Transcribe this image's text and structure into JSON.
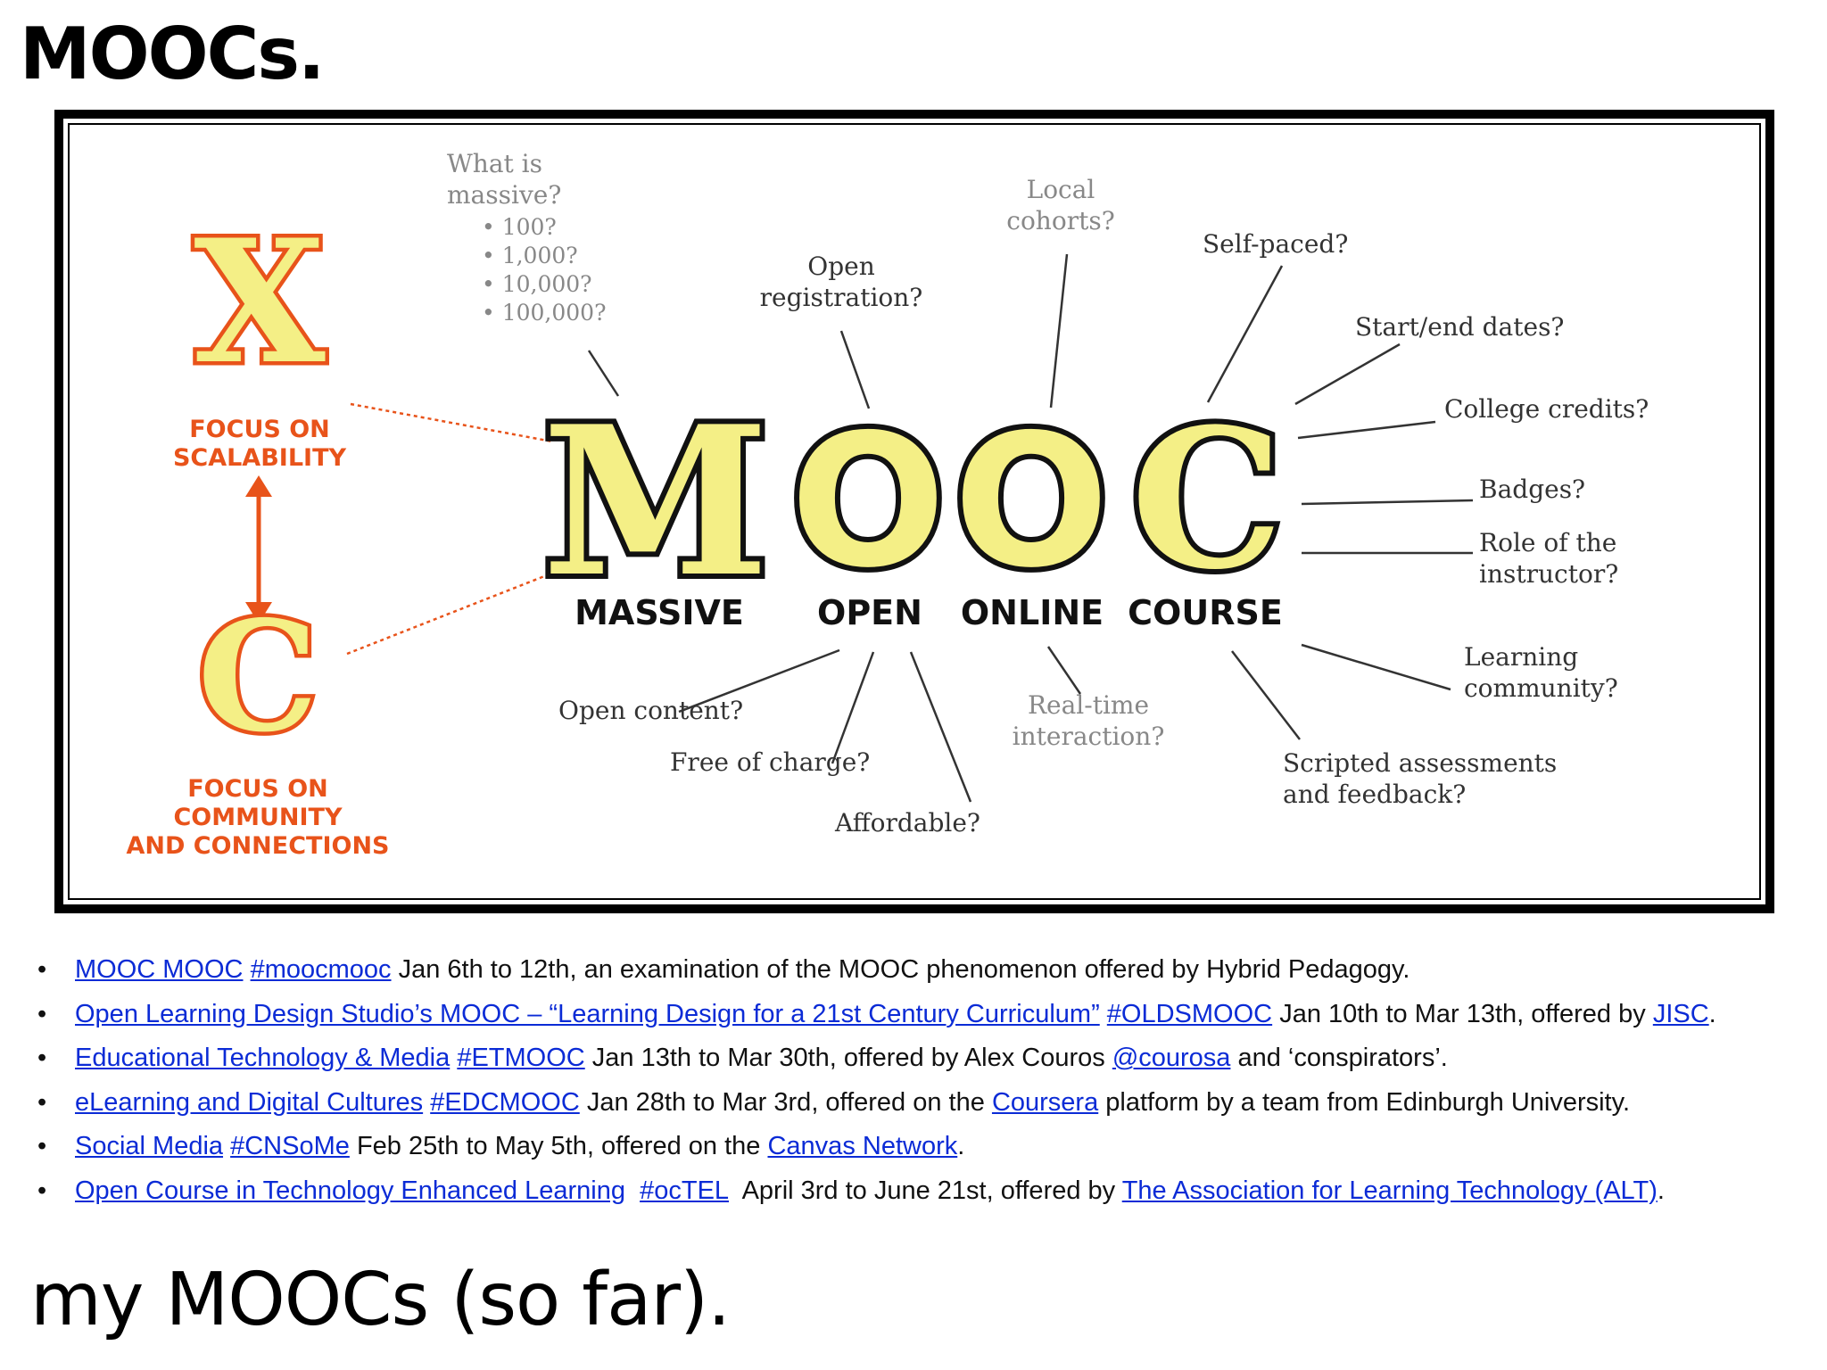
{
  "slide": {
    "title": "MOOCs.",
    "footer_title": "my MOOCs (so far)."
  },
  "diagram": {
    "left_panel": {
      "x_letter": "X",
      "x_caption_1": "FOCUS ON",
      "x_caption_2": "SCALABILITY",
      "c_letter": "C",
      "c_caption_1": "FOCUS ON",
      "c_caption_2": "COMMUNITY",
      "c_caption_3": "AND CONNECTIONS"
    },
    "letters": {
      "m": "M",
      "o1": "O",
      "o2": "O",
      "c": "C"
    },
    "words": {
      "massive": "MASSIVE",
      "open": "OPEN",
      "online": "ONLINE",
      "course": "COURSE"
    },
    "questions": {
      "massive_q_1": "What is",
      "massive_q_2": "massive?",
      "massive_opt_1": "• 100?",
      "massive_opt_2": "• 1,000?",
      "massive_opt_3": "• 10,000?",
      "massive_opt_4": "• 100,000?",
      "open_reg_1": "Open",
      "open_reg_2": "registration?",
      "local_1": "Local",
      "local_2": "cohorts?",
      "self_paced": "Self-paced?",
      "start_end": "Start/end dates?",
      "college": "College credits?",
      "badges": "Badges?",
      "role_1": "Role of the",
      "role_2": "instructor?",
      "learning_1": "Learning",
      "learning_2": "community?",
      "scripted_1": "Scripted assessments",
      "scripted_2": "and feedback?",
      "realtime_1": "Real-time",
      "realtime_2": "interaction?",
      "open_content": "Open content?",
      "free": "Free of charge?",
      "affordable": "Affordable?"
    },
    "colors": {
      "orange": "#e8531a",
      "yellow": "#f4ef86",
      "gray_text": "#888888",
      "dark_text": "#333333"
    }
  },
  "mooc_list": [
    {
      "links": [
        "MOOC MOOC",
        "#moocmooc"
      ],
      "text": "Jan 6th to 12th, an examination of the MOOC phenomenon offered by Hybrid Pedagogy."
    },
    {
      "links": [
        "Open Learning Design Studio’s MOOC – “Learning Design for a 21st Century Curriculum”",
        "#OLDSMOOC"
      ],
      "text": "Jan 10th to Mar 13th, offered by ",
      "tail_link": "JISC",
      "tail": "."
    },
    {
      "links": [
        "Educational Technology & Media",
        "#ETMOOC"
      ],
      "text": "Jan 13th to Mar 30th, offered by Alex Couros ",
      "tail_link": "@courosa",
      "tail": " and ‘conspirators’."
    },
    {
      "links": [
        "eLearning and Digital Cultures",
        "#EDCMOOC"
      ],
      "text": "Jan 28th to Mar 3rd, offered on the ",
      "tail_link": "Coursera",
      "tail": " platform by a team from Edinburgh University."
    },
    {
      "links": [
        "Social Media",
        "#CNSoMe"
      ],
      "text": "Feb 25th to May 5th, offered on the ",
      "tail_link": "Canvas Network",
      "tail": "."
    },
    {
      "links": [
        "Open Course in Technology Enhanced Learning",
        "#ocTEL"
      ],
      "text": "April 3rd to June 21st, offered by ",
      "tail_link": "The Association for Learning Technology (ALT)",
      "tail": "."
    }
  ]
}
